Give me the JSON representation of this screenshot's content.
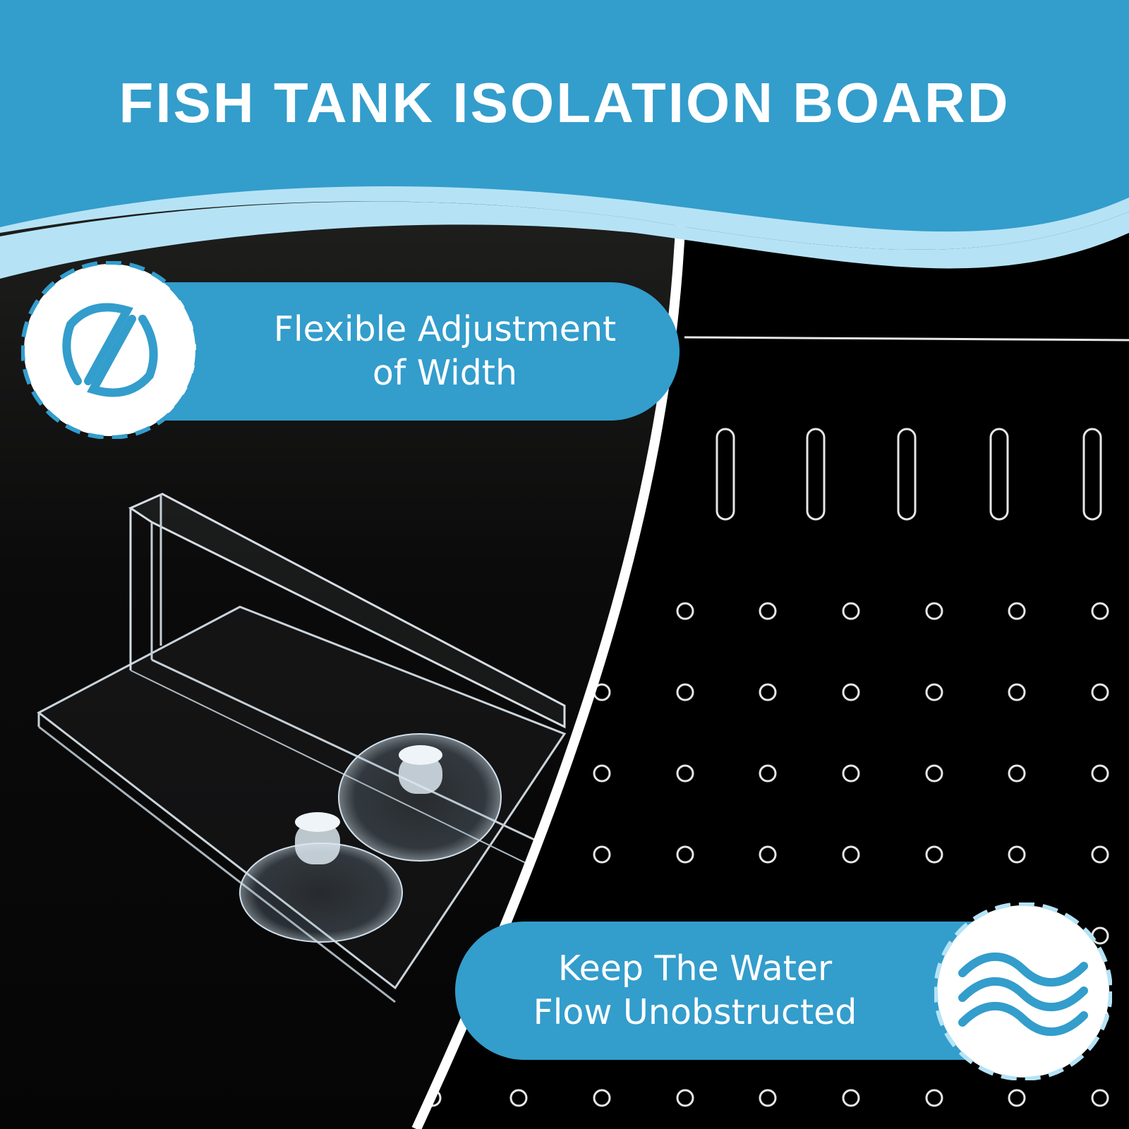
{
  "header": {
    "title": "FISH TANK ISOLATION BOARD"
  },
  "features": [
    {
      "icon": "cross-arrows-icon",
      "line1": "Flexible Adjustment",
      "line2": "of Width"
    },
    {
      "icon": "water-waves-icon",
      "line1": "Keep The Water",
      "line2": "Flow Unobstructed"
    }
  ],
  "colors": {
    "brand_blue": "#339dcc",
    "light_blue": "#b5e3f5",
    "background": "#000000",
    "white": "#ffffff"
  },
  "images": {
    "left": "clear-acrylic-divider-with-suction-cups",
    "right": "perforated-black-divider-board"
  }
}
